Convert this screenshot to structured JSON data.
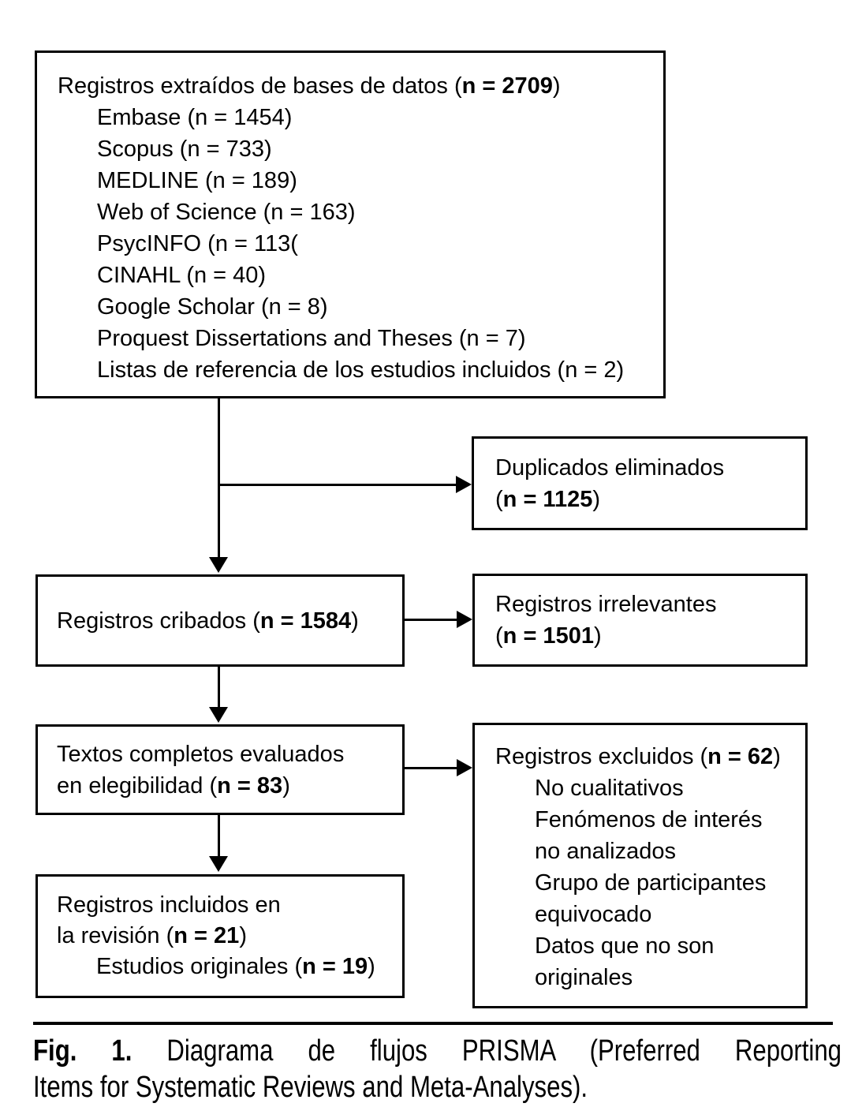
{
  "colors": {
    "ink": "#000000",
    "paper": "#ffffff"
  },
  "diagram": {
    "identified": {
      "title": "Registros extraídos de bases de datos (**n = 2709**)",
      "sources": [
        "Embase (n = 1454)",
        "Scopus (n = 733)",
        "MEDLINE (n = 189)",
        "Web of Science (n = 163)",
        "PsycINFO (n = 113(",
        "CINAHL (n = 40)",
        "Google Scholar (n = 8)",
        "Proquest Dissertations and Theses (n = 7)",
        "Listas de referencia de los estudios incluidos (n = 2)"
      ]
    },
    "duplicates_removed": {
      "line1": "Duplicados eliminados",
      "line2": "(**n = 1125**)"
    },
    "screened": {
      "title": "Registros cribados (**n = 1584**)"
    },
    "irrelevant": {
      "line1": "Registros irrelevantes",
      "line2": "(**n = 1501**)"
    },
    "fulltext": {
      "line1": "Textos completos evaluados",
      "line2": "en elegibilidad (**n = 83**)"
    },
    "excluded": {
      "title": "Registros excluidos (**n = 62**)",
      "reasons": [
        "No cualitativos",
        "Fenómenos de interés no analizados",
        "Grupo de participantes equivocado",
        "Datos que no son originales"
      ]
    },
    "included": {
      "line1": "Registros incluidos en",
      "line2": "la revisión (**n = 21**)",
      "line3": "Estudios originales (**n = 19**)"
    }
  },
  "caption": {
    "label": "Fig. 1.",
    "line1": "Diagrama de flujos PRISMA (Preferred Reporting",
    "line2": "Items for Systematic Reviews and Meta-Analyses)."
  }
}
